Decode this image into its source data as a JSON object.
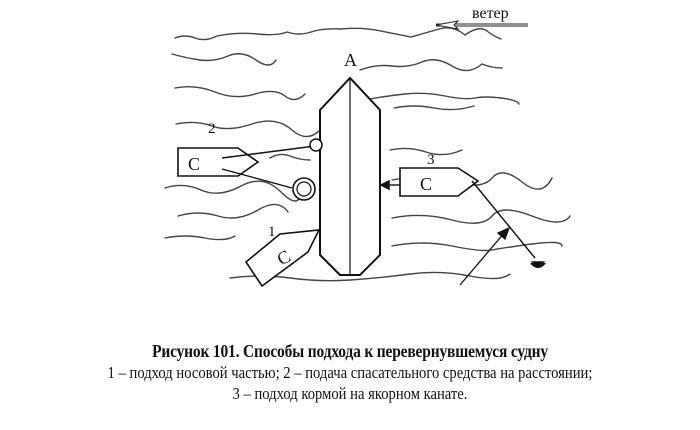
{
  "figure": {
    "wind_label": "ветер",
    "vessel_label": "A",
    "boats": [
      {
        "number": "1",
        "letter": "C"
      },
      {
        "number": "2",
        "letter": "C"
      },
      {
        "number": "3",
        "letter": "C"
      }
    ],
    "line_color": "#1a1a1a",
    "wave_color": "#444444"
  },
  "caption": {
    "title": "Рисунок 101. Способы подхода к перевернувшемуся судну",
    "line1": "1 – подход носовой частью; 2 – подача спасательного средства на расстоянии;",
    "line2": "3 – подход кормой на якорном канате."
  }
}
